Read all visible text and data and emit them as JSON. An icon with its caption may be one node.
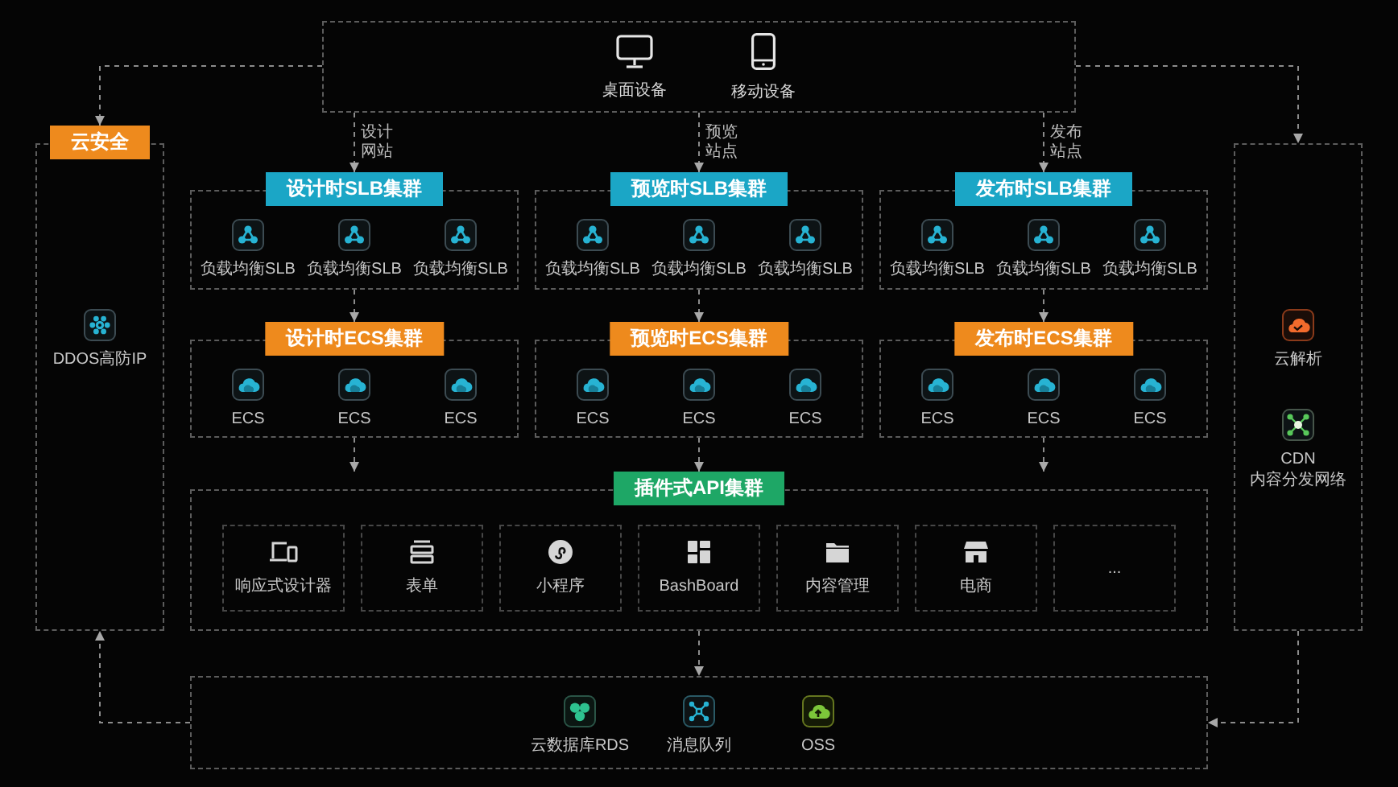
{
  "diagram": {
    "nodes": [
      {
        "text": [
          "桌面设备",
          "移动设备"
        ]
      },
      {
        "text": [
          "云安全",
          "DDOS高防IP"
        ]
      },
      {
        "text": [
          "云解析",
          "CDN 内容分发网络"
        ]
      },
      {
        "text": [
          "设计时SLB集群",
          "负载均衡SLB",
          "负载均衡SLB",
          "负载均衡SLB"
        ]
      },
      {
        "text": [
          "预览时SLB集群",
          "负载均衡SLB",
          "负载均衡SLB",
          "负载均衡SLB"
        ]
      },
      {
        "text": [
          "发布时SLB集群",
          "负载均衡SLB",
          "负载均衡SLB",
          "负载均衡SLB"
        ]
      },
      {
        "text": [
          "设计时ECS集群",
          "ECS",
          "ECS",
          "ECS"
        ]
      },
      {
        "text": [
          "预览时ECS集群",
          "ECS",
          "ECS",
          "ECS"
        ]
      },
      {
        "text": [
          "发布时ECS集群",
          "ECS",
          "ECS",
          "ECS"
        ]
      },
      {
        "text": [
          "插件式API集群"
        ]
      },
      {
        "text": [
          "响应式设计器"
        ],
        "in": 9
      },
      {
        "text": [
          "表单"
        ],
        "in": 9
      },
      {
        "text": [
          "小程序"
        ],
        "in": 9
      },
      {
        "text": [
          "BashBoard"
        ],
        "in": 9
      },
      {
        "text": [
          "内容管理"
        ],
        "in": 9
      },
      {
        "text": [
          "电商"
        ],
        "in": 9
      },
      {
        "text": [
          "..."
        ],
        "in": 9
      },
      {
        "text": [
          "云数据库RDS",
          "消息队列",
          "OSS"
        ]
      }
    ],
    "edges": [
      {
        "from": 0,
        "to": 3,
        "arrow": "to",
        "label": "设计网站"
      },
      {
        "from": 0,
        "to": 4,
        "arrow": "to",
        "label": "预览站点"
      },
      {
        "from": 0,
        "to": 5,
        "arrow": "to",
        "label": "发布站点"
      },
      {
        "from": 0,
        "to": 1,
        "arrow": "to"
      },
      {
        "from": 0,
        "to": 2,
        "arrow": "to"
      },
      {
        "from": 3,
        "to": 6,
        "arrow": "to"
      },
      {
        "from": 4,
        "to": 7,
        "arrow": "to"
      },
      {
        "from": 5,
        "to": 8,
        "arrow": "to"
      },
      {
        "from": 6,
        "to": 9,
        "arrow": "to"
      },
      {
        "from": 7,
        "to": 9,
        "arrow": "to"
      },
      {
        "from": 8,
        "to": 9,
        "arrow": "to"
      },
      {
        "from": 9,
        "to": 17,
        "arrow": "to"
      },
      {
        "from": 17,
        "to": 1,
        "arrow": "to"
      },
      {
        "from": 2,
        "to": 17,
        "arrow": "to"
      }
    ]
  }
}
